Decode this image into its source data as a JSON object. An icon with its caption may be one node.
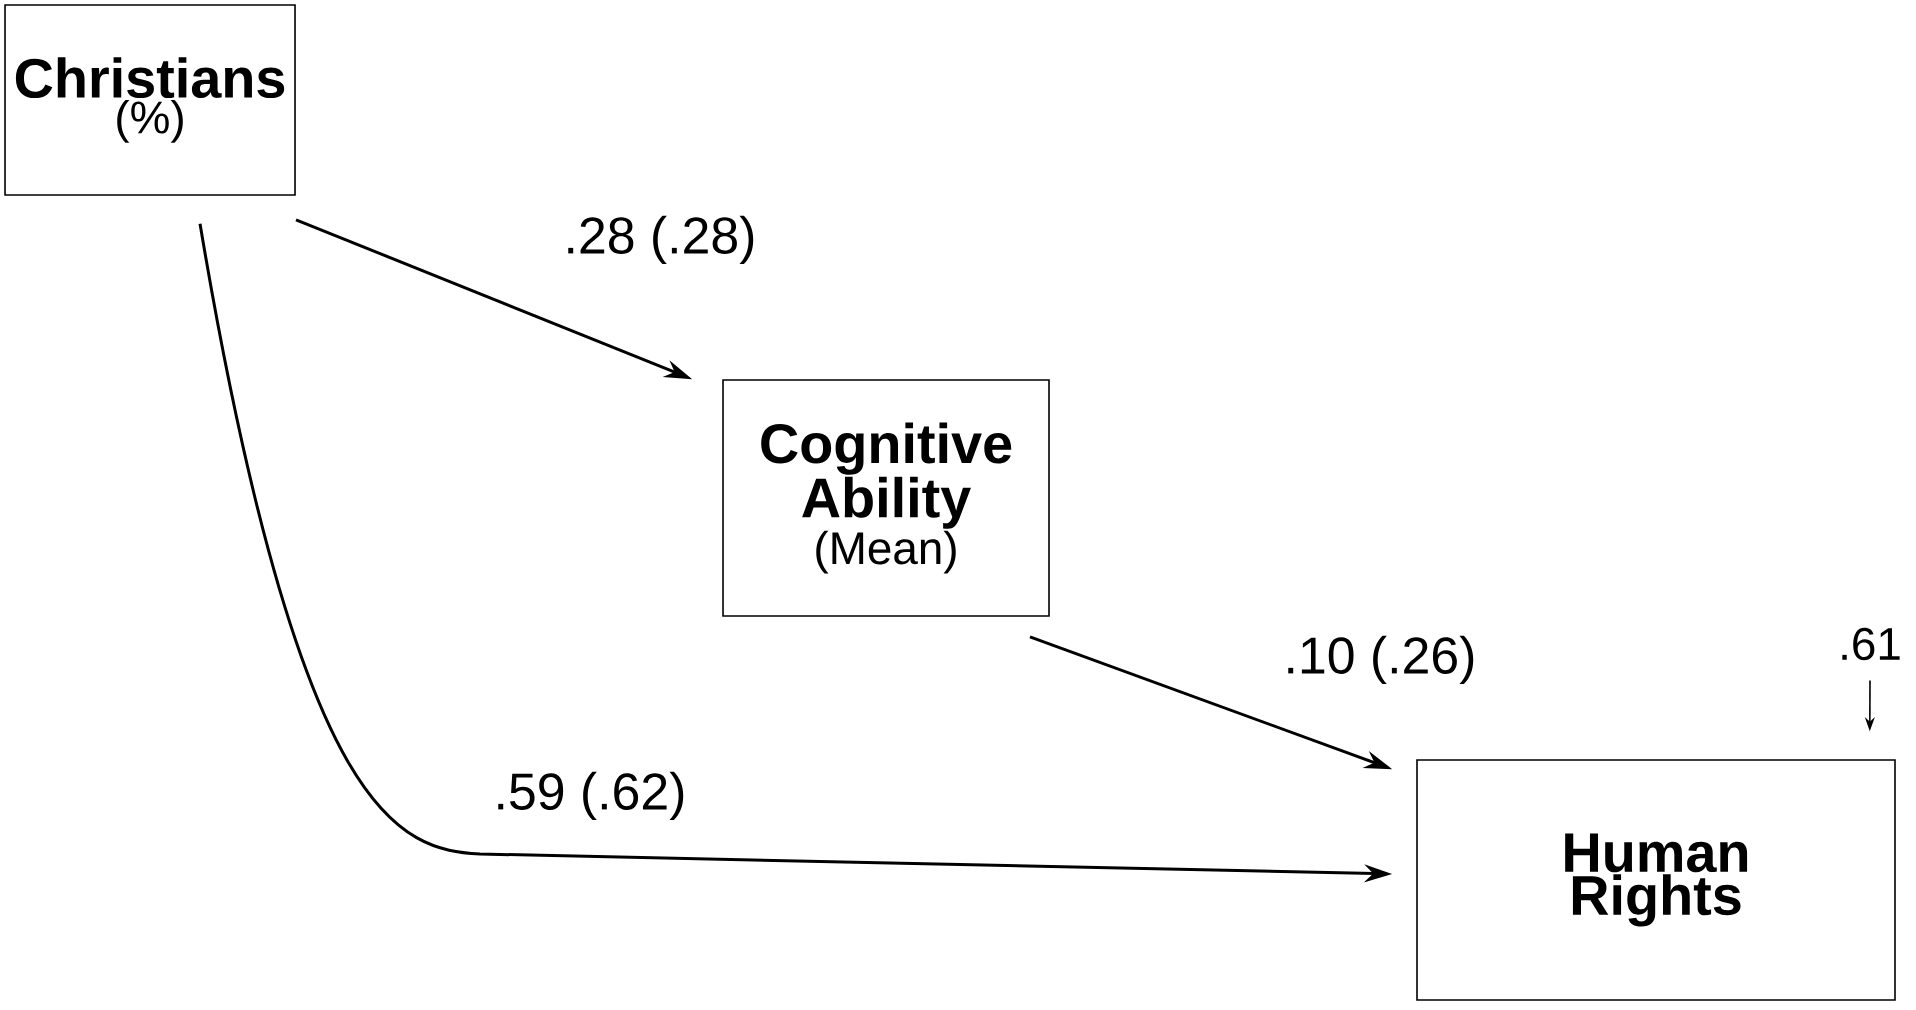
{
  "diagram": {
    "nodes": [
      {
        "text": [
          "Christians",
          "(%)"
        ]
      },
      {
        "text": [
          "Cognitive Ability",
          "(Mean)"
        ]
      },
      {
        "text": [
          "Human Rights"
        ]
      },
      {
        "text": [
          ".61"
        ]
      }
    ],
    "edges": [
      {
        "from": 0,
        "to": 1,
        "arrow": "to",
        "label": ".28 (.28)"
      },
      {
        "from": 1,
        "to": 2,
        "arrow": "to",
        "label": ".10 (.26)"
      },
      {
        "from": 0,
        "to": 2,
        "arrow": "to",
        "label": ".59 (.62)"
      },
      {
        "from": 3,
        "to": 2,
        "arrow": "to"
      }
    ]
  }
}
